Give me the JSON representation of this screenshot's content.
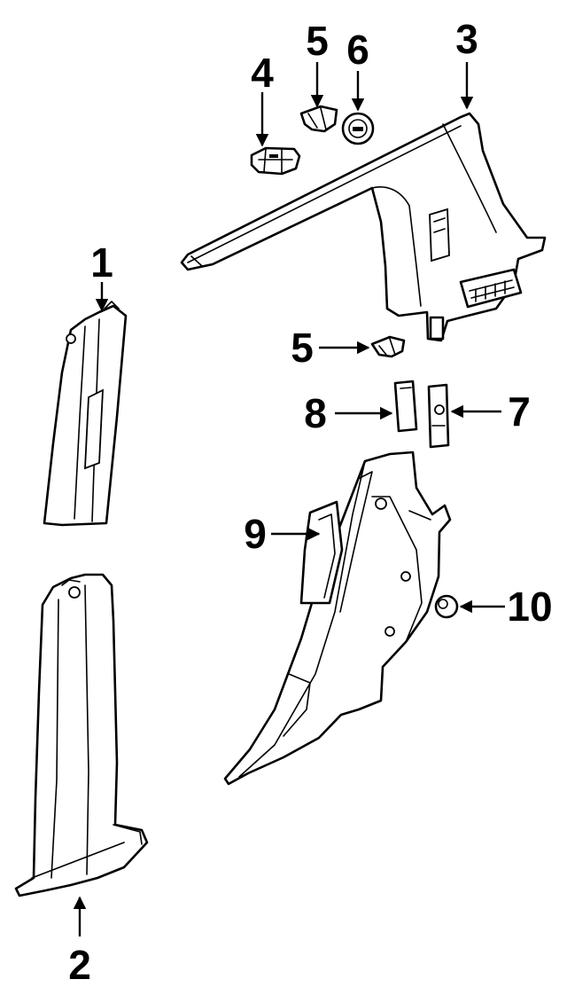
{
  "callouts": [
    {
      "id": "1",
      "label": "1"
    },
    {
      "id": "2",
      "label": "2"
    },
    {
      "id": "3",
      "label": "3"
    },
    {
      "id": "4",
      "label": "4"
    },
    {
      "id": "5a",
      "label": "5"
    },
    {
      "id": "5b",
      "label": "5"
    },
    {
      "id": "6",
      "label": "6"
    },
    {
      "id": "7",
      "label": "7"
    },
    {
      "id": "8",
      "label": "8"
    },
    {
      "id": "9",
      "label": "9"
    },
    {
      "id": "10",
      "label": "10"
    }
  ],
  "colors": {
    "line": "#000000",
    "background": "#ffffff"
  }
}
